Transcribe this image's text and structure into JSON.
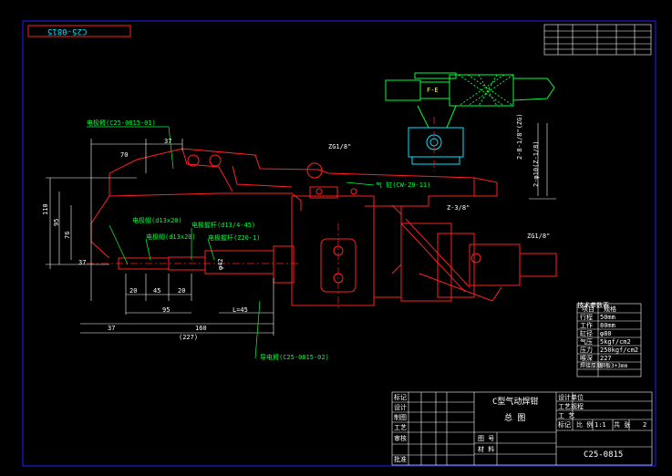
{
  "drawing": {
    "code": "C25-0815",
    "code_top": "C25-0815",
    "title": "C型气动焊钳",
    "subtitle": "总 图",
    "scale": "1:1",
    "sheet_label": "共 张",
    "sheet_no": "2",
    "part_labels": {
      "electrode_arm": "电极臂(C25-0815-01)",
      "cylinder": "气 缸(CW-29-11)",
      "conduct_arm": "导电臂(C25-0815-02)",
      "cap_a": "电极帽(d13x20)",
      "cap_b": "电极帽(d13x20)",
      "holder_a": "电极握杆(d13/4-45)",
      "holder_b": "电极握杆(Z20-1)",
      "fe": "F-E",
      "zg1": "ZG1/8\"",
      "zg2": "ZG1/8\"",
      "z38": "Z-3/8\"",
      "ang": "2-8-1/8\"(ZG)",
      "wt": "2-φ10(Z-1/8)"
    },
    "dims": {
      "d70": "70",
      "d37": "37",
      "d110": "110",
      "d95v": "95",
      "d76": "76",
      "d37v": "37",
      "d20a": "20",
      "d45": "45",
      "d20b": "20",
      "d95": "95",
      "d160": "160",
      "d227": "(227)",
      "d37b": "37",
      "l45": "L=45",
      "d42": "φ42"
    }
  },
  "params": {
    "title": "技术参数表",
    "headers": [
      "项目",
      "规格"
    ],
    "rows": [
      [
        "行程",
        "50mm"
      ],
      [
        "工作",
        "80mm"
      ],
      [
        "缸径",
        "φ80"
      ],
      [
        "气压",
        "5kgf/cm2"
      ],
      [
        "压力",
        "250kgf/cm2"
      ],
      [
        "喉深",
        "227"
      ],
      [
        "焊接厚度",
        "钢板3+3mm"
      ]
    ]
  },
  "title_block": {
    "left_rows": [
      "标记",
      "设计",
      "制图",
      "工艺",
      "审核",
      "批准"
    ],
    "mid_rows": [
      "图 号",
      "材 料"
    ],
    "right_rows": [
      "设计单位",
      "工艺规程",
      "工 艺",
      "标记",
      "比 例"
    ]
  },
  "colors": {
    "frame": "#2020ff",
    "part": "#ff2020",
    "text": "#00ff3a",
    "dim": "#ffffff",
    "accent": "#ffff33"
  }
}
